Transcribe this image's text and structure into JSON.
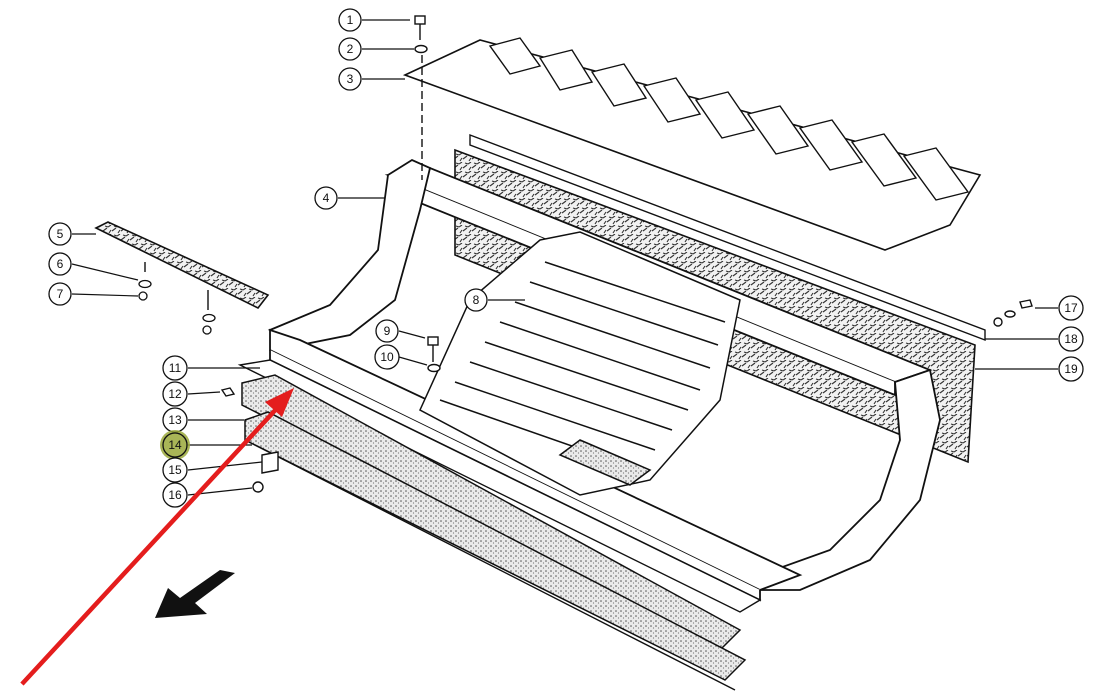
{
  "diagram": {
    "callouts": [
      "1",
      "2",
      "3",
      "4",
      "5",
      "6",
      "7",
      "8",
      "9",
      "10",
      "11",
      "12",
      "13",
      "14",
      "15",
      "16",
      "17",
      "18",
      "19"
    ],
    "highlighted_callout": "14",
    "colors": {
      "ink": "#111111",
      "highlight": "#9aa83a",
      "arrow_red": "#e41d1d",
      "arrow_black": "#111111",
      "foam_fill": "#d9d9d9"
    }
  }
}
